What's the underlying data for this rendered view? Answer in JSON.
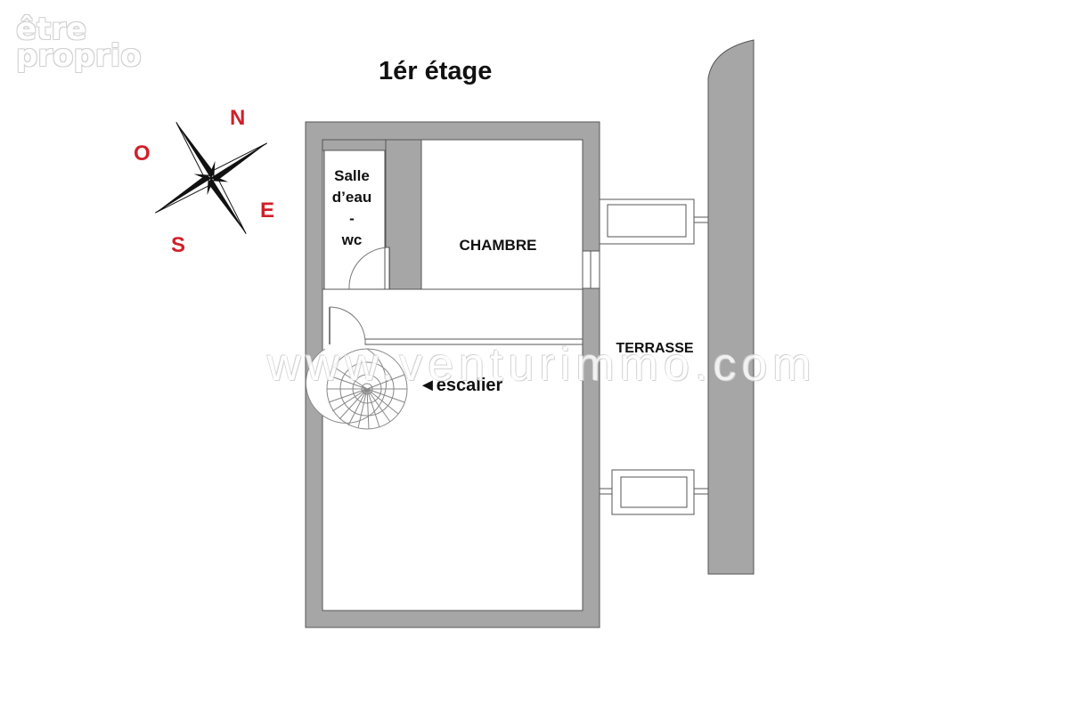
{
  "logo": {
    "line1": "être",
    "line2": "proprio"
  },
  "plan": {
    "title": "1ér étage",
    "rooms": {
      "salle_line1": "Salle",
      "salle_line2": "d’eau",
      "salle_line3": "-",
      "salle_line4": "wc",
      "chambre": "CHAMBRE",
      "terrasse": "TERRASSE",
      "escalier": "◄escalier"
    }
  },
  "compass": {
    "north": "N",
    "east": "E",
    "south": "S",
    "west": "O"
  },
  "watermark": "www.venturimmo.com",
  "colors": {
    "wall": "#a6a6a6",
    "wall_outline": "#555555",
    "compass_letters": "#d0202a",
    "compass_dark": "#111111"
  }
}
